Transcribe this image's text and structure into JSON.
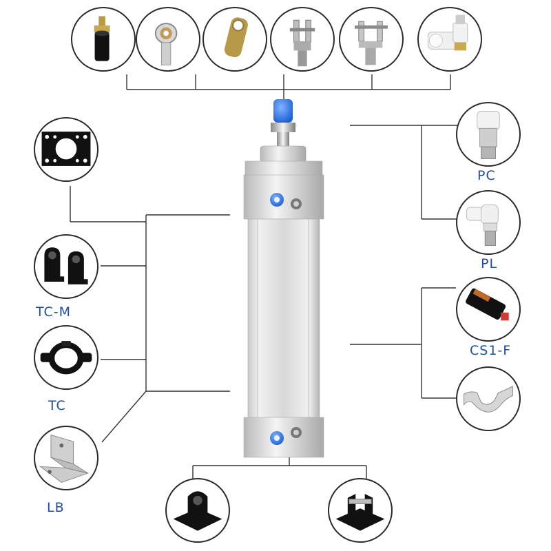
{
  "accent_label_color": "#1f4ea8",
  "accessories": {
    "pc": {
      "label": "PC",
      "icon": "push-in-fitting-icon"
    },
    "pl": {
      "label": "PL",
      "icon": "elbow-fitting-icon"
    },
    "cs1f": {
      "label": "CS1-F",
      "icon": "magnetic-switch-icon"
    },
    "switch_bracket": {
      "icon": "switch-clamp-icon"
    },
    "flange": {
      "icon": "flange-plate-icon"
    },
    "tcm": {
      "label": "TC-M",
      "icon": "trunnion-mount-icon"
    },
    "tc": {
      "label": "TC",
      "icon": "trunnion-ring-icon"
    },
    "lb": {
      "label": "LB",
      "icon": "foot-bracket-icon"
    },
    "top_items": [
      {
        "icon": "floating-joint-icon"
      },
      {
        "icon": "rod-end-bearing-icon"
      },
      {
        "icon": "rod-eye-icon"
      },
      {
        "icon": "single-knuckle-icon"
      },
      {
        "icon": "clevis-icon"
      },
      {
        "icon": "flow-control-valve-icon"
      }
    ],
    "bottom_items": [
      {
        "icon": "single-ear-mount-icon"
      },
      {
        "icon": "clevis-mount-icon"
      }
    ]
  }
}
